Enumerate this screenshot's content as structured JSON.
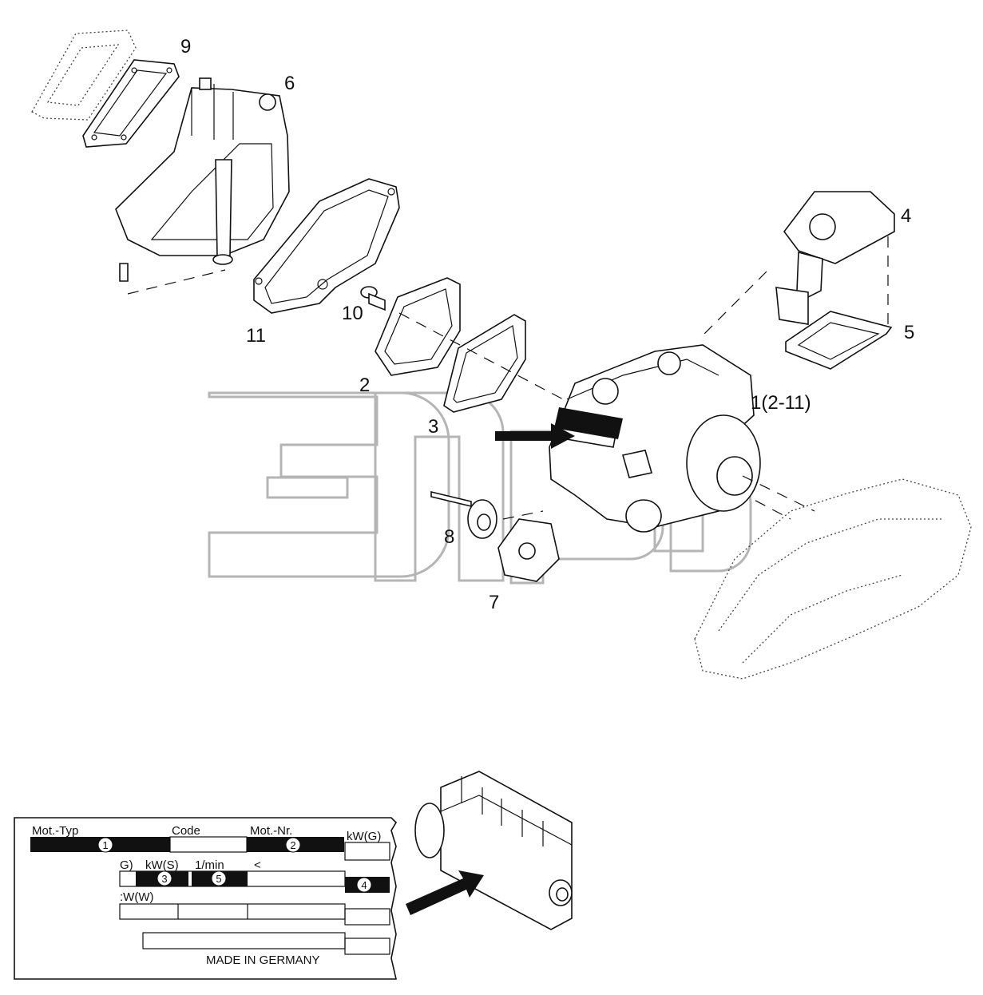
{
  "callouts": [
    {
      "id": "9",
      "label": "9"
    },
    {
      "id": "6",
      "label": "6"
    },
    {
      "id": "4",
      "label": "4"
    },
    {
      "id": "5",
      "label": "5"
    },
    {
      "id": "10",
      "label": "10"
    },
    {
      "id": "11",
      "label": "11"
    },
    {
      "id": "2",
      "label": "2"
    },
    {
      "id": "3",
      "label": "3"
    },
    {
      "id": "1",
      "label": "1(2-11)"
    },
    {
      "id": "8",
      "label": "8"
    },
    {
      "id": "7",
      "label": "7"
    }
  ],
  "watermark": {
    "tm": "TM"
  },
  "nameplate": {
    "header": {
      "mot_typ": "Mot.-Typ",
      "code": "Code",
      "mot_nr": "Mot.-Nr.",
      "kw_g": "kW(G)"
    },
    "row2": {
      "g": "G)",
      "kw_s": "kW(S)",
      "rpm": "1/min",
      "arrow": "<"
    },
    "row3": {
      "kw_w": ":W(W)"
    },
    "footer": "MADE IN GERMANY",
    "markers": [
      "1",
      "2",
      "3",
      "5",
      "4"
    ]
  }
}
